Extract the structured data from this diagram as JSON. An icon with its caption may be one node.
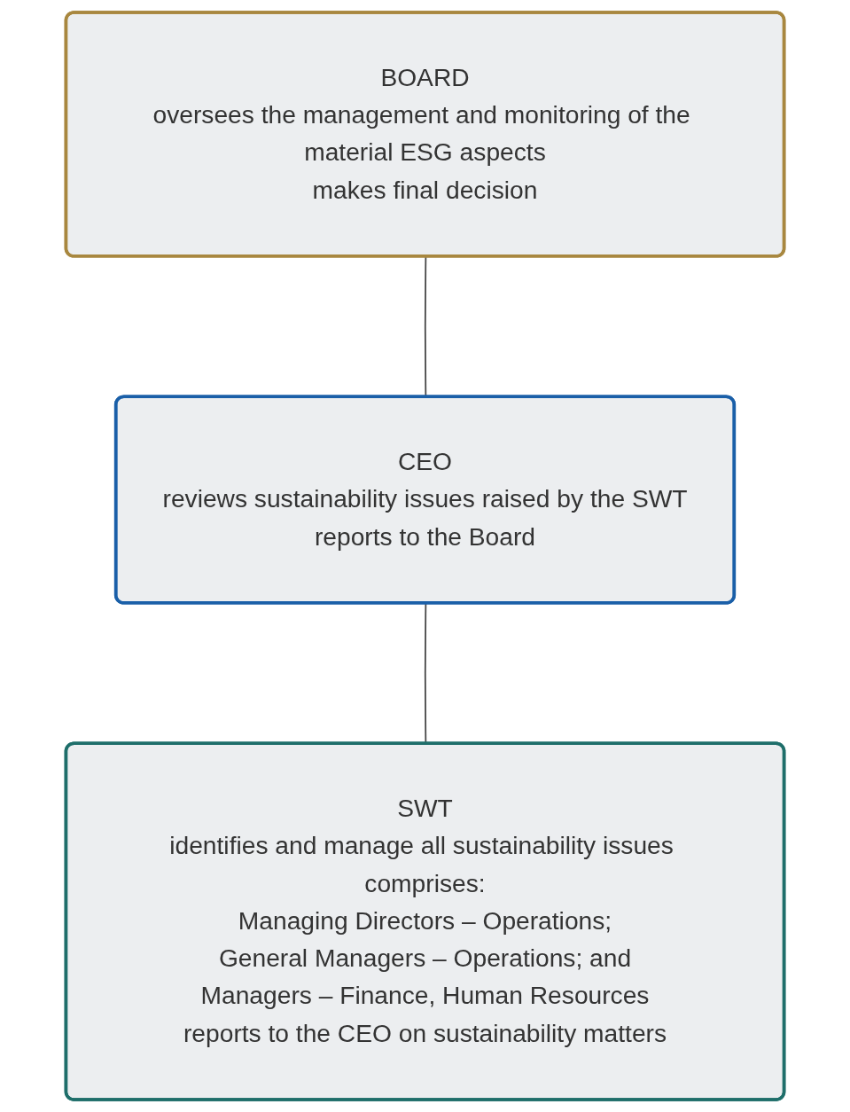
{
  "diagram": {
    "nodes": [
      {
        "text": [
          "BOARD",
          "oversees the management and monitoring of the material ESG aspects",
          "makes final decision"
        ]
      },
      {
        "text": [
          "CEO",
          "reviews sustainability issues raised by the SWT",
          "reports to the Board"
        ]
      },
      {
        "text": [
          "SWT",
          "identifies and manage all sustainability issues comprises:",
          "Managing Directors – Operations;",
          "General Managers – Operations; and",
          "Managers – Finance, Human Resources",
          "reports to the CEO on sustainability matters"
        ]
      }
    ],
    "edges": [
      {
        "from": 0,
        "to": 1,
        "arrow": "none"
      },
      {
        "from": 1,
        "to": 2,
        "arrow": "none"
      }
    ]
  }
}
